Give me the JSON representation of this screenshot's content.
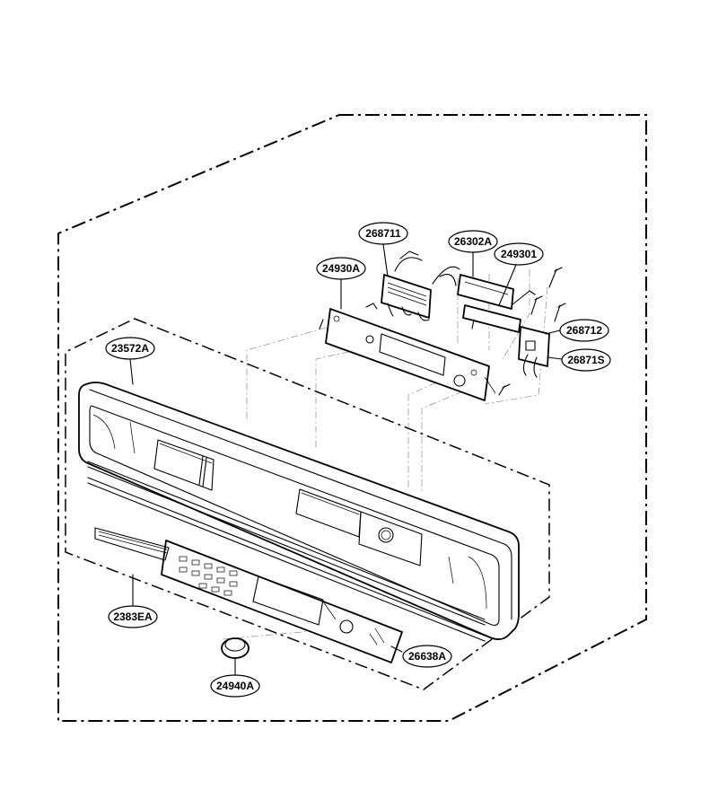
{
  "parts": [
    {
      "id": "p268711",
      "label": "268711"
    },
    {
      "id": "p26302A",
      "label": "26302A"
    },
    {
      "id": "p249301",
      "label": "249301"
    },
    {
      "id": "p24930A",
      "label": "24930A"
    },
    {
      "id": "p268712",
      "label": "268712"
    },
    {
      "id": "p26871S",
      "label": "26871S"
    },
    {
      "id": "p23572A",
      "label": "23572A"
    },
    {
      "id": "p2383EA",
      "label": "2383EA"
    },
    {
      "id": "p26638A",
      "label": "26638A"
    },
    {
      "id": "p24940A",
      "label": "24940A"
    }
  ]
}
